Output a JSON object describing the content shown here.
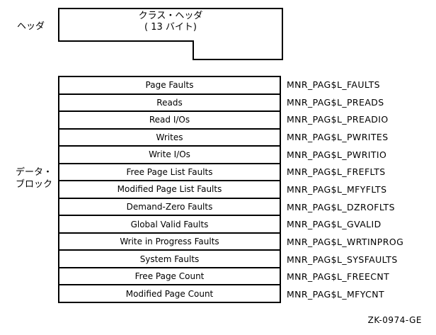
{
  "diagram": {
    "colors": {
      "background": "#ffffff",
      "line": "#000000",
      "text": "#000000"
    },
    "header": {
      "side_label": "ヘッダ",
      "box_title": "クラス・ヘッダ",
      "box_subtitle": "( 13 バイト)"
    },
    "data_block": {
      "side_label_line1": "データ・",
      "side_label_line2": "ブロック",
      "rows": [
        {
          "field": "Page Faults",
          "symbol": "MNR_PAG$L_FAULTS"
        },
        {
          "field": "Reads",
          "symbol": "MNR_PAG$L_PREADS"
        },
        {
          "field": "Read I/Os",
          "symbol": "MNR_PAG$L_PREADIO"
        },
        {
          "field": "Writes",
          "symbol": "MNR_PAG$L_PWRITES"
        },
        {
          "field": "Write I/Os",
          "symbol": "MNR_PAG$L_PWRITIO"
        },
        {
          "field": "Free Page List Faults",
          "symbol": "MNR_PAG$L_FREFLTS"
        },
        {
          "field": "Modified Page List Faults",
          "symbol": "MNR_PAG$L_MFYFLTS"
        },
        {
          "field": "Demand-Zero Faults",
          "symbol": "MNR_PAG$L_DZROFLTS"
        },
        {
          "field": "Global Valid Faults",
          "symbol": "MNR_PAG$L_GVALID"
        },
        {
          "field": "Write in Progress Faults",
          "symbol": "MNR_PAG$L_WRTINPROG"
        },
        {
          "field": "System Faults",
          "symbol": "MNR_PAG$L_SYSFAULTS"
        },
        {
          "field": "Free Page Count",
          "symbol": "MNR_PAG$L_FREECNT"
        },
        {
          "field": "Modified Page Count",
          "symbol": "MNR_PAG$L_MFYCNT"
        }
      ]
    },
    "figure_id": "ZK-0974-GE"
  }
}
